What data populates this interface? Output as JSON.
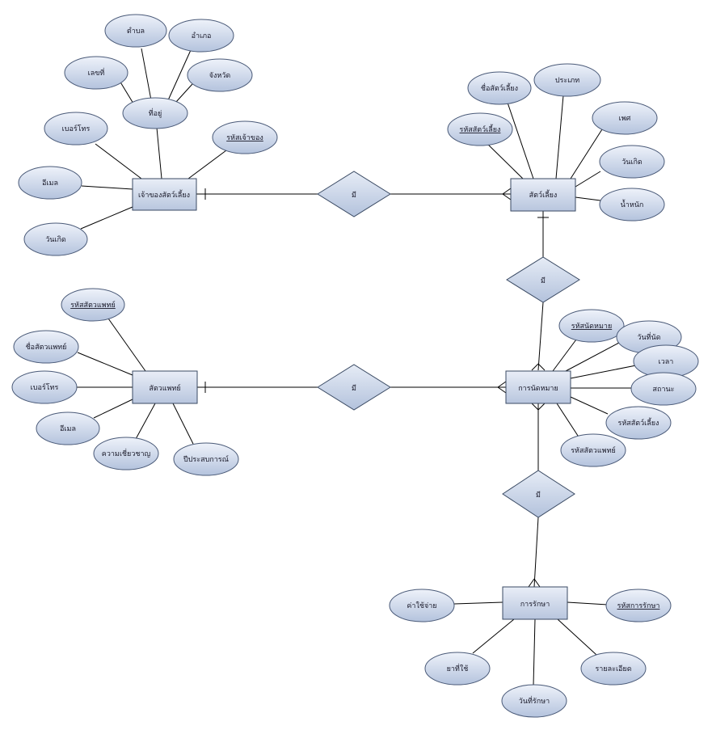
{
  "entities": {
    "owner": "เจ้าของสัตว์เลี้ยง",
    "pet": "สัตว์เลี้ยง",
    "vet": "สัตวแพทย์",
    "appointment": "การนัดหมาย",
    "treatment": "การรักษา"
  },
  "relationships": {
    "owner_pet": "มี",
    "pet_appointment": "มี",
    "vet_appointment": "มี",
    "appointment_treatment": "มี"
  },
  "attributes": {
    "owner": {
      "subdistrict": "ตำบล",
      "district": "อำเภอ",
      "house_no": "เลขที่",
      "province": "จังหวัด",
      "address": "ที่อยู่",
      "phone": "เบอร์โทร",
      "owner_id": "รหัสเจ้าของ",
      "email": "อีเมล",
      "birthdate": "วันเกิด"
    },
    "pet": {
      "pet_name": "ชื่อสัตว์เลี้ยง",
      "type": "ประเภท",
      "pet_id": "รหัสสัตว์เลี้ยง",
      "sex": "เพศ",
      "birthdate": "วันเกิด",
      "weight": "น้ำหนัก"
    },
    "vet": {
      "vet_id": "รหัสสัตวแพทย์",
      "vet_name": "ชื่อสัตวแพทย์",
      "phone": "เบอร์โทร",
      "email": "อีเมล",
      "expertise": "ความเชี่ยวชาญ",
      "experience": "ปีประสบการณ์"
    },
    "appointment": {
      "appointment_id": "รหัสนัดหมาย",
      "date": "วันที่นัด",
      "time": "เวลา",
      "status": "สถานะ",
      "pet_id": "รหัสสัตว์เลี้ยง",
      "vet_id": "รหัสสัตวแพทย์"
    },
    "treatment": {
      "cost": "ค่าใช้จ่าย",
      "treatment_id": "รหัสการรักษา",
      "medicine": "ยาที่ใช้",
      "details": "รายละเอียด",
      "treatment_date": "วันที่รักษา"
    }
  }
}
